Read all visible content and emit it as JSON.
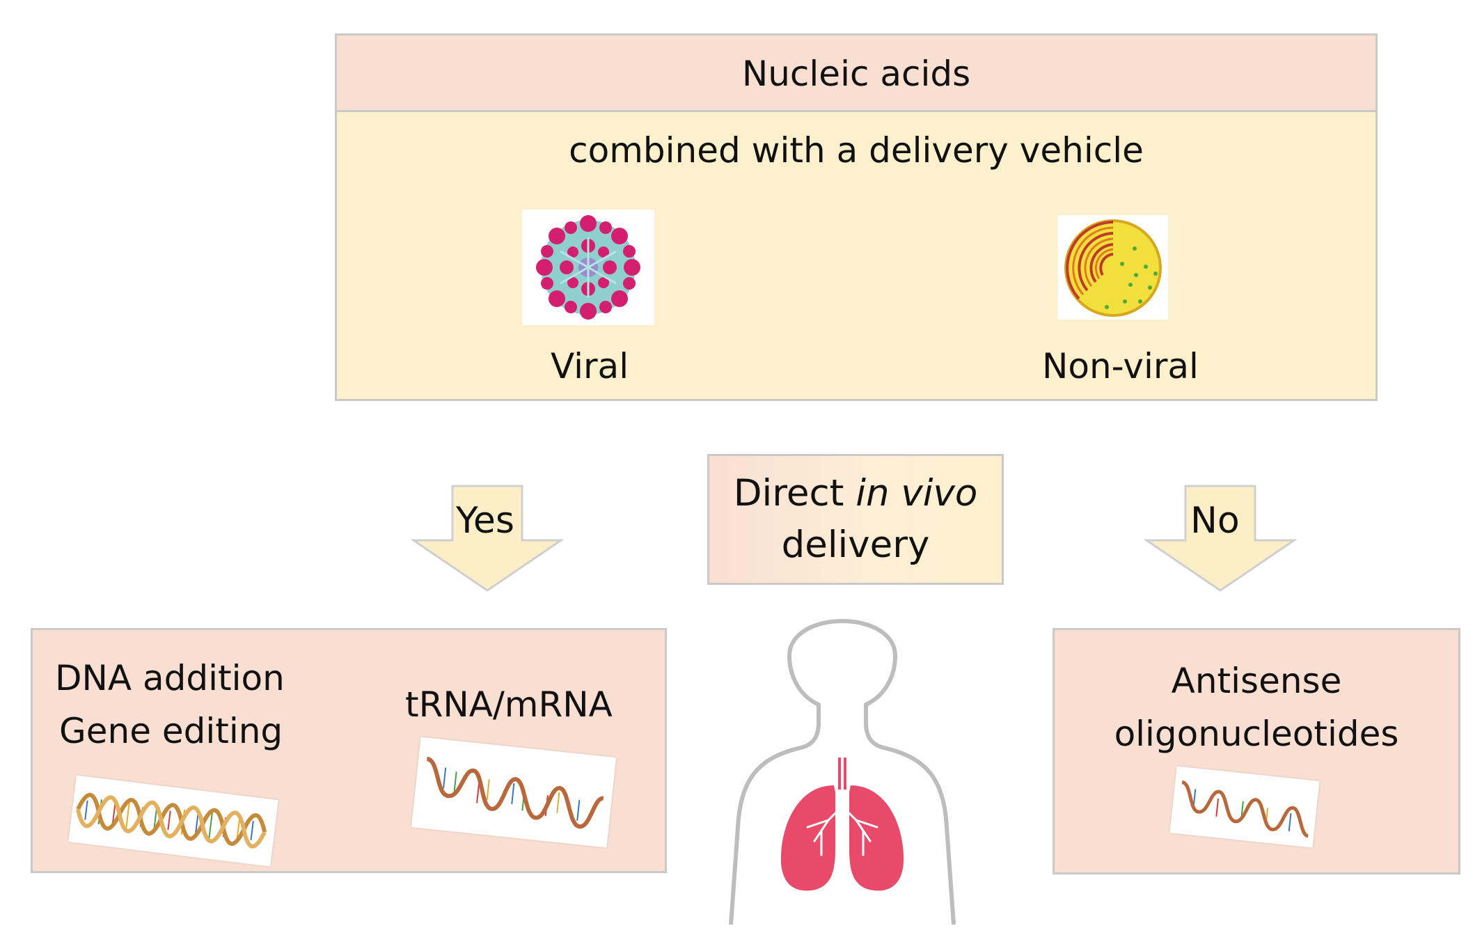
{
  "top": {
    "header": "Nucleic acids",
    "subtitle": "combined with a delivery vehicle",
    "viral_label": "Viral",
    "nonviral_label": "Non-viral"
  },
  "center": {
    "line1_prefix": "Direct ",
    "line1_italic": "in vivo",
    "line2": "delivery"
  },
  "arrows": {
    "yes": "Yes",
    "no": "No"
  },
  "left_box": {
    "line1": "DNA addition",
    "line2": "Gene editing",
    "rna_label": "tRNA/mRNA"
  },
  "right_box": {
    "line1": "Antisense",
    "line2": "oligonucleotides"
  },
  "colors": {
    "header_fill": "#f9dfd2",
    "body_fill": "#fdf0cc",
    "arrow_fill": "#fcefc8",
    "lung": "#ea4a6a",
    "virus": "#d41f6e"
  }
}
